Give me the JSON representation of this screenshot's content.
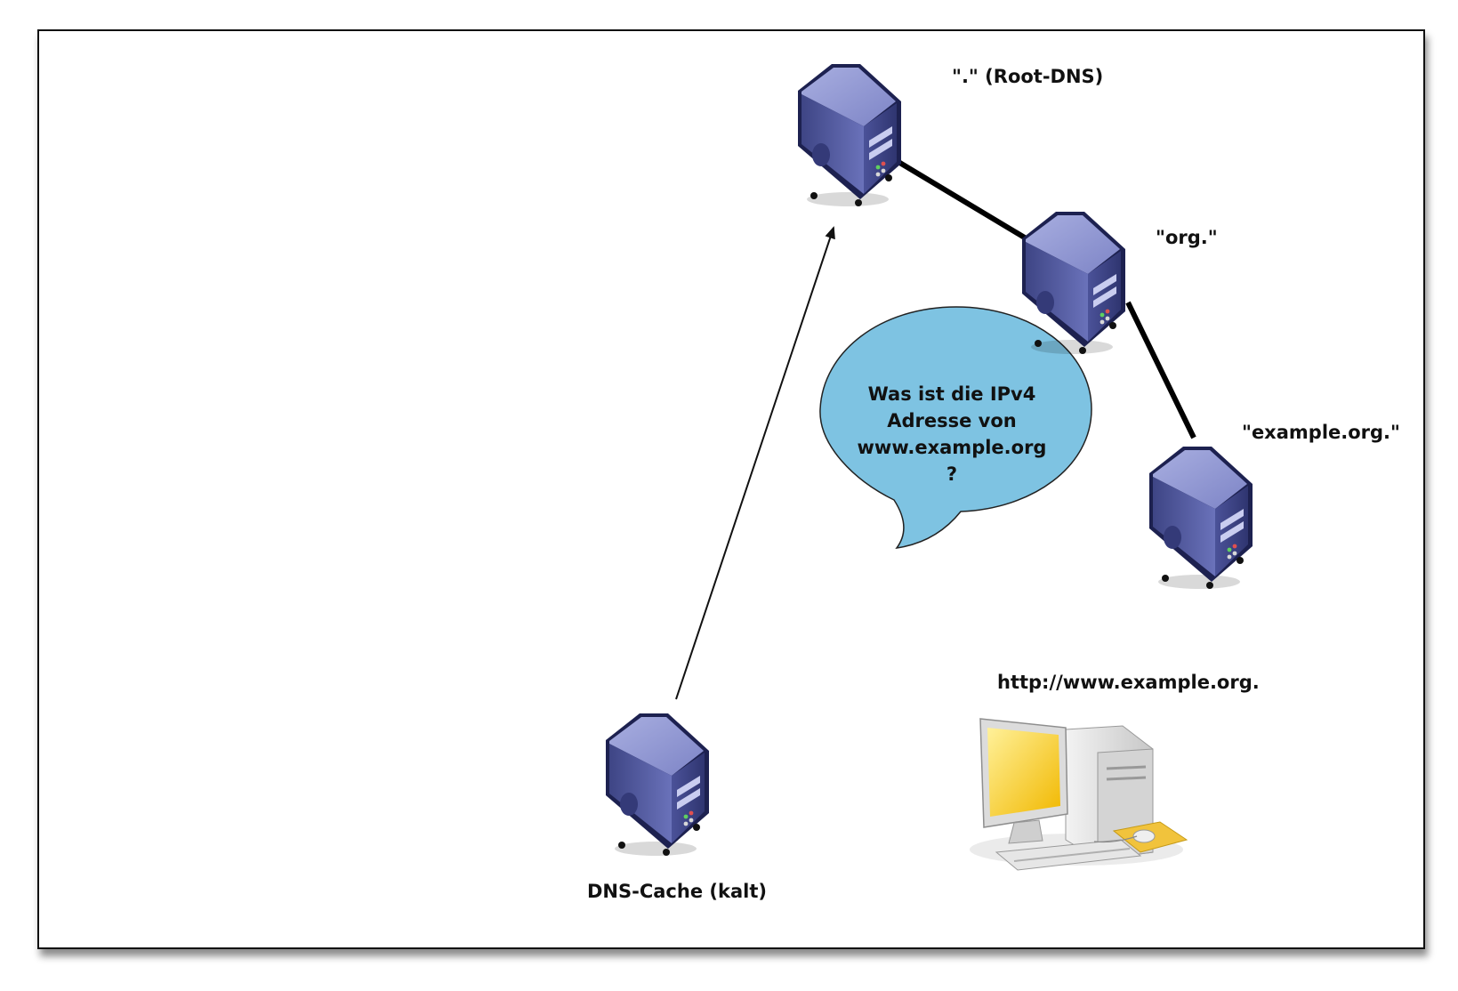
{
  "nodes": {
    "root_label": "\".\" (Root-DNS)",
    "org_label": "\"org.\"",
    "example_label": "\"example.org.\"",
    "cache_label": "DNS-Cache (kalt)",
    "client_label": "http://www.example.org."
  },
  "bubble": {
    "lines": [
      "Was ist die IPv4",
      "Adresse von",
      "www.example.org",
      "?"
    ]
  },
  "colors": {
    "server_body": "#5a62a8",
    "bubble_fill": "#7ec3e2",
    "monitor_screen": "#f6c81a",
    "mousepad": "#f1c33c"
  },
  "icons": {
    "server": "server-tower-icon",
    "client": "desktop-computer-icon"
  }
}
